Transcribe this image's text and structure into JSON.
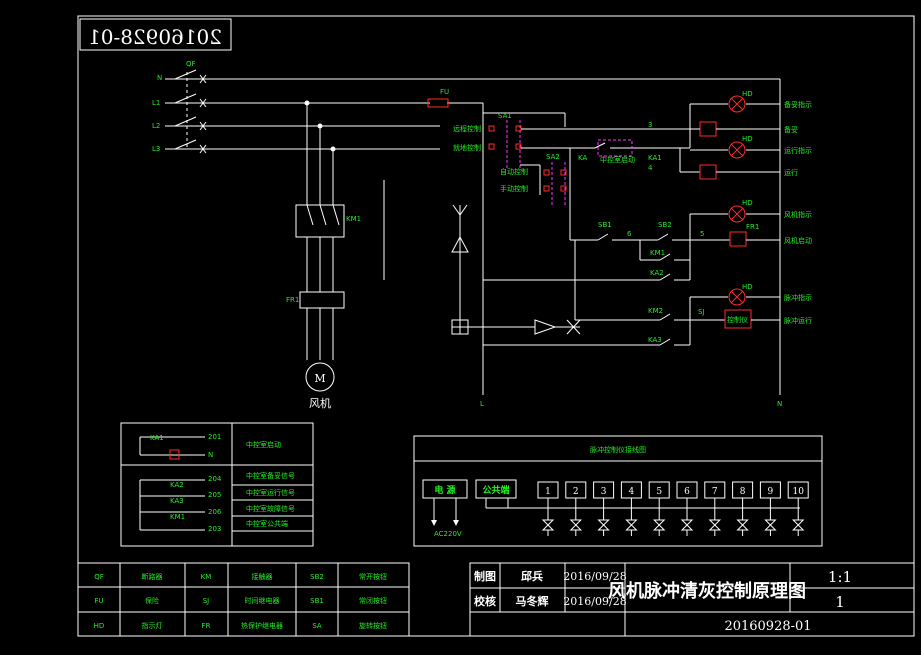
{
  "drawing": {
    "id_mirrored": "20160928-01",
    "title": "风机脉冲清灰控制原理图",
    "scale": "1:1",
    "sheet": "1",
    "number": "20160928-01",
    "drawn_label": "制图",
    "drawn_by": "邱兵",
    "drawn_date": "2016/09/28",
    "checked_label": "校核",
    "checked_by": "马冬辉",
    "checked_date": "2016/09/28"
  },
  "power": {
    "lines": [
      "N",
      "L1",
      "L2",
      "L3"
    ],
    "breaker": "QF",
    "fuse": "FU",
    "contactor": "KM1",
    "relay": "FR1",
    "motor_symbol": "M",
    "motor_label": "风机",
    "l_label": "L",
    "n_label": "N"
  },
  "control": {
    "sa1": "SA1",
    "sa2": "SA2",
    "remote": "远程控制",
    "local": "就地控制",
    "auto": "自动控制",
    "manual": "手动控制",
    "ka": "KA",
    "central_start": "中控室启动",
    "ka1": "KA1",
    "wire3": "3",
    "wire4": "4",
    "wire6": "6",
    "wire5": "5",
    "sb1": "SB1",
    "sb2": "SB2",
    "km1": "KM1",
    "fr1": "FR1",
    "km1b": "KM1",
    "ka2": "KA2",
    "km2": "KM2",
    "sj": "SJ",
    "ka3": "KA3",
    "controller": "控制仪",
    "lamps": [
      "HD",
      "HD",
      "HD",
      "HD"
    ],
    "right_labels": [
      "备妥指示",
      "备妥",
      "运行指示",
      "运行",
      "风机指示",
      "风机启动",
      "脉冲指示",
      "脉冲运行"
    ]
  },
  "interlock": {
    "rows": [
      "中控室启动",
      "中控室备妥信号",
      "中控室运行信号",
      "中控室故障信号",
      "中控室公共端"
    ],
    "terminals": [
      "201",
      "N",
      "204",
      "205",
      "206",
      "203"
    ],
    "small": [
      "KA1",
      "KA2",
      "KA3",
      "KM1"
    ]
  },
  "pulse": {
    "title": "脉冲控制仪接线图",
    "power": "电 源",
    "common": "公共端",
    "channels": [
      "1",
      "2",
      "3",
      "4",
      "5",
      "6",
      "7",
      "8",
      "9",
      "10"
    ],
    "ac": "AC220V"
  },
  "legend": {
    "rows": [
      [
        "QF",
        "断路器",
        "KM",
        "接触器",
        "SB2",
        "常开按钮"
      ],
      [
        "FU",
        "保险",
        "SJ",
        "时间继电器",
        "SB1",
        "常闭按钮"
      ],
      [
        "HD",
        "指示灯",
        "FR",
        "热保护继电器",
        "SA",
        "旋转按钮"
      ]
    ]
  },
  "colors": {
    "background": "#000000",
    "line": "#ffffff",
    "label": "#22ee22",
    "component": "#ff2a2a"
  }
}
